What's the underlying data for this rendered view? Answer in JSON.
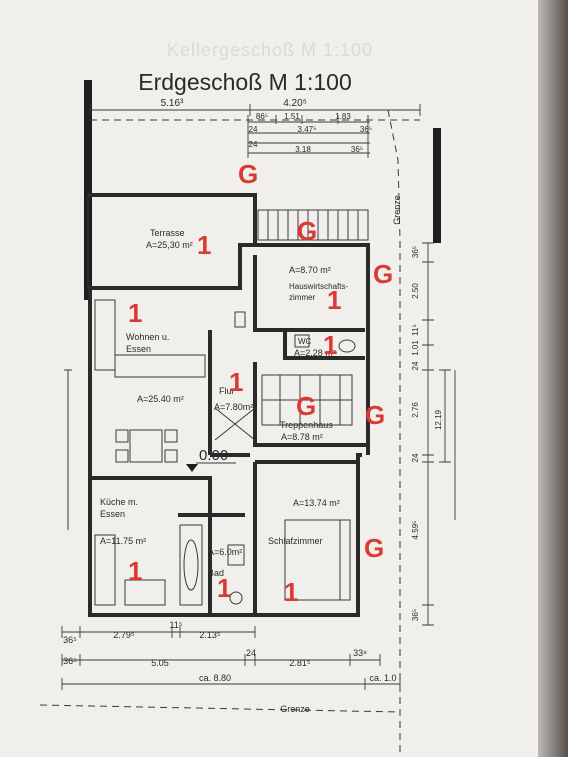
{
  "title": "Erdgeschoß  M 1:100",
  "ghost_title": "Kellergeschoß  M 1:100",
  "rooms": {
    "terrasse": {
      "name": "Terrasse",
      "area": "A=25,30 m²"
    },
    "hauswirtschaft": {
      "area": "A=8.70 m²",
      "name1": "Hauswirtschafts-",
      "name2": "zimmer"
    },
    "wohnen": {
      "name1": "Wohnen u.",
      "name2": "Essen",
      "area": "A=25.40 m²"
    },
    "wc": {
      "name": "WC",
      "area": "A=2,28 m²"
    },
    "flur": {
      "name": "Flur",
      "area": "A=7.80m²"
    },
    "treppenhaus": {
      "name": "Treppenhaus",
      "area": "A=8.78 m²"
    },
    "kueche": {
      "name1": "Küche m.",
      "name2": "Essen",
      "area": "A=11.75 m²"
    },
    "bad": {
      "name": "Bad",
      "area": "A=6.0m²"
    },
    "schlafzimmer": {
      "name": "Schlafzimmer",
      "area": "A=13.74 m²"
    }
  },
  "level_mark": "0.00",
  "grenze": "Grenze",
  "dimensions": {
    "top": [
      "5.16³",
      "4.20⁵",
      "86⁵",
      "1.51",
      "1.83",
      "24",
      "3.47⁵",
      "36⁵",
      "24",
      "3.18",
      "36⁵"
    ],
    "right": [
      "36⁵",
      "2.50",
      "11⁵",
      "1.01",
      "24",
      "2.76",
      "12.19",
      "24",
      "4.59⁵",
      "36⁵"
    ],
    "bottom_row1": [
      "36⁵",
      "2.79⁵",
      "11⁵",
      "2.13⁵"
    ],
    "bottom_row2": [
      "36⁵",
      "5.05",
      "24",
      "2.81⁵",
      "33⁸"
    ],
    "bottom_row3": [
      "ca. 8.80",
      "ca. 1.0"
    ]
  },
  "markers": {
    "g_labels": [
      "G",
      "G",
      "G",
      "G",
      "G",
      "G"
    ],
    "one_labels": [
      "1",
      "1",
      "1",
      "1",
      "1",
      "1",
      "1",
      "1"
    ]
  },
  "colors": {
    "marker": "#d93a34",
    "ink": "#2a2a2a",
    "paper": "#f1efec"
  }
}
